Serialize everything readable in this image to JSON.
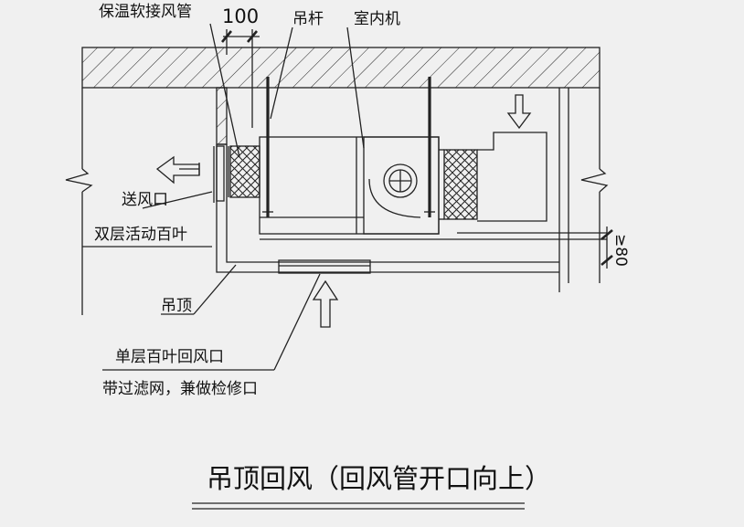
{
  "labels": {
    "insulated_flex_duct": "保温软接风管",
    "spacing_dim": "100",
    "hanger_rod": "吊杆",
    "indoor_unit": "室内机",
    "supply_outlet": "送风口",
    "double_louver": "双层活动百叶",
    "ceiling": "吊顶",
    "return_grille": "单层百叶回风口",
    "filter_note": "带过滤网，兼做检修口",
    "clearance_dim": "≥80"
  },
  "title": "吊顶回风（回风管开口向上）"
}
